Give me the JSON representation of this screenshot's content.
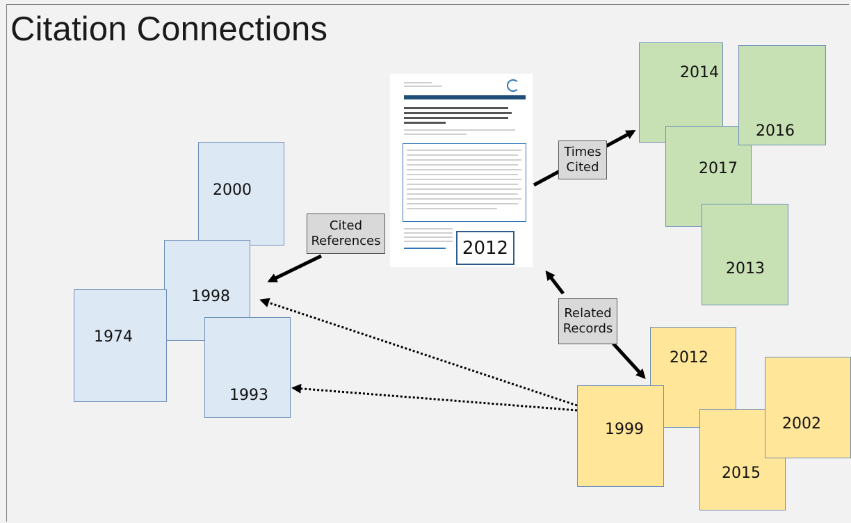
{
  "title": "Citation Connections",
  "labels": {
    "cited_references": "Cited References",
    "times_cited": "Times Cited",
    "related_records": "Related Records"
  },
  "center_paper": {
    "year": "2012"
  },
  "cited_reference_years": [
    "2000",
    "1998",
    "1974",
    "1993"
  ],
  "times_cited_years": [
    "2014",
    "2016",
    "2017",
    "2013"
  ],
  "related_record_years": [
    "2012",
    "2002",
    "1999",
    "2015"
  ],
  "colors": {
    "cited": "#dde8f5",
    "times_cited": "#c7e0b4",
    "related": "#ffe699",
    "border": "#6f8fb7",
    "label_bg": "#d9d9d9"
  }
}
